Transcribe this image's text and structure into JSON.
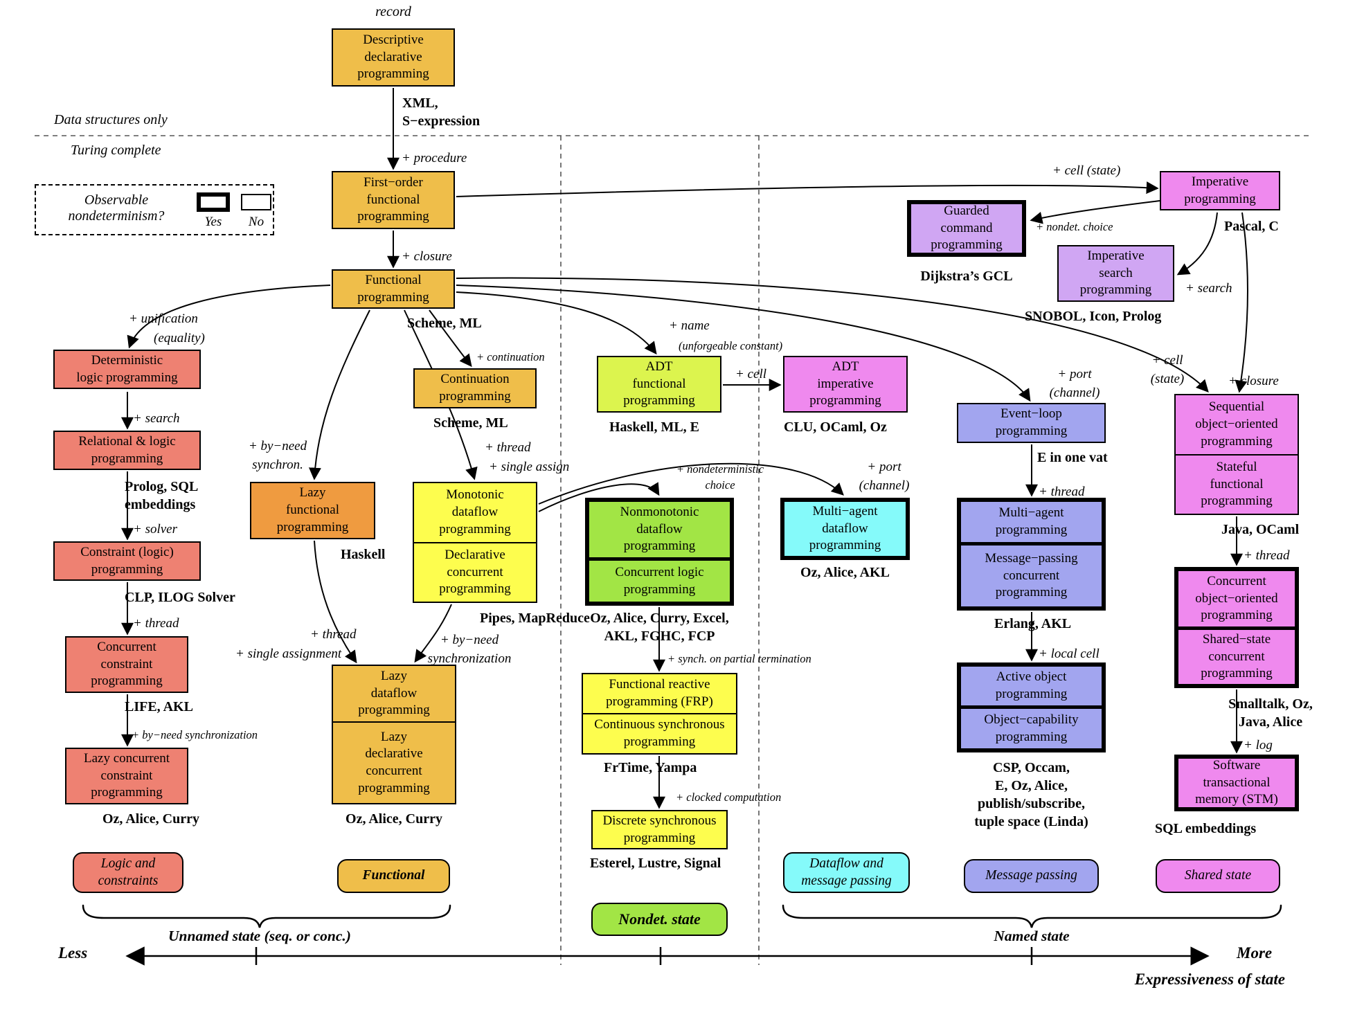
{
  "annotations": {
    "record": "record",
    "data_structures_only": "Data structures only",
    "turing_complete": "Turing complete",
    "unnamed_state": "Unnamed state (seq. or conc.)",
    "named_state": "Named state",
    "less": "Less",
    "more": "More",
    "expressiveness": "Expressiveness of state"
  },
  "legend": {
    "question": "Observable\nnondeterminism?",
    "yes": "Yes",
    "no": "No"
  },
  "nodes": {
    "descriptive": {
      "title": "Descriptive\ndeclarative\nprogramming"
    },
    "first_order": {
      "title": "First−order\nfunctional\nprogramming"
    },
    "functional": {
      "title": "Functional\nprogramming"
    },
    "continuation": {
      "title": "Continuation\nprogramming"
    },
    "det_logic": {
      "title": "Deterministic\nlogic programming"
    },
    "rel_logic": {
      "title": "Relational & logic\nprogramming"
    },
    "constraint": {
      "title": "Constraint (logic)\nprogramming"
    },
    "conc_constraint": {
      "title": "Concurrent\nconstraint\nprogramming"
    },
    "lazy_conc_constraint": {
      "title": "Lazy concurrent\nconstraint\nprogramming"
    },
    "lazy_functional": {
      "title": "Lazy\nfunctional\nprogramming"
    },
    "monotonic": {
      "top": "Monotonic\ndataflow\nprogramming",
      "bottom": "Declarative\nconcurrent\nprogramming"
    },
    "lazy_dataflow": {
      "top": "Lazy\ndataflow\nprogramming",
      "bottom": "Lazy\ndeclarative\nconcurrent\nprogramming"
    },
    "adt_functional": {
      "title": "ADT\nfunctional\nprogramming"
    },
    "adt_imperative": {
      "title": "ADT\nimperative\nprogramming"
    },
    "nonmonotonic": {
      "top": "Nonmonotonic\ndataflow\nprogramming",
      "bottom": "Concurrent logic\nprogramming"
    },
    "multi_agent_dataflow": {
      "title": "Multi−agent\ndataflow\nprogramming"
    },
    "frp": {
      "top": "Functional reactive\nprogramming (FRP)",
      "bottom": "Continuous synchronous\nprogramming"
    },
    "discrete_sync": {
      "title": "Discrete synchronous\nprogramming"
    },
    "guarded": {
      "title": "Guarded\ncommand\nprogramming"
    },
    "imp_search": {
      "title": "Imperative\nsearch\nprogramming"
    },
    "imperative": {
      "title": "Imperative\nprogramming"
    },
    "event_loop": {
      "title": "Event−loop\nprogramming"
    },
    "multi_agent": {
      "top": "Multi−agent\nprogramming",
      "bottom": "Message−passing\nconcurrent\nprogramming"
    },
    "active_object": {
      "top": "Active object\nprogramming",
      "bottom": "Object−capability\nprogramming"
    },
    "seq_oo": {
      "top": "Sequential\nobject−oriented\nprogramming",
      "bottom": "Stateful\nfunctional\nprogramming"
    },
    "conc_oo": {
      "top": "Concurrent\nobject−oriented\nprogramming",
      "bottom": "Shared−state\nconcurrent\nprogramming"
    },
    "stm": {
      "title": "Software\ntransactional\nmemory (STM)"
    }
  },
  "langs": {
    "descriptive": "XML,\nS−expression",
    "functional": "Scheme, ML",
    "continuation": "Scheme, ML",
    "rel_logic": "Prolog, SQL\nembeddings",
    "constraint": "CLP, ILOG Solver",
    "conc_constraint": "LIFE, AKL",
    "lazy_conc_constraint": "Oz, Alice, Curry",
    "lazy_functional": "Haskell",
    "monotonic": "Pipes, MapReduce",
    "lazy_dataflow": "Oz, Alice, Curry",
    "adt_functional": "Haskell, ML, E",
    "adt_imperative": "CLU, OCaml, Oz",
    "nonmonotonic": "Oz, Alice, Curry, Excel,\nAKL, FGHC, FCP",
    "multi_agent_dataflow": "Oz, Alice, AKL",
    "frp": "FrTime, Yampa",
    "discrete_sync": "Esterel, Lustre, Signal",
    "guarded": "Dijkstra’s GCL",
    "imp_search": "SNOBOL, Icon, Prolog",
    "imperative": "Pascal, C",
    "event_loop": "E in one vat",
    "multi_agent": "Erlang, AKL",
    "active_object": "CSP, Occam,\nE, Oz, Alice,\npublish/subscribe,\ntuple space (Linda)",
    "seq_oo": "Java, OCaml",
    "conc_oo": "Smalltalk, Oz,\nJava, Alice",
    "stm": "SQL embeddings"
  },
  "labels": {
    "procedure": "+ procedure",
    "closure": "+ closure",
    "cell_state": "+ cell (state)",
    "nondet_choice": "+ nondet. choice",
    "search_imp": "+ search",
    "unification": "+ unification",
    "equality": "(equality)",
    "search_rel": "+ search",
    "solver": "+ solver",
    "thread_cc": "+ thread",
    "byneed_sync_small": "+ by−need synchronization",
    "continuation": "+ continuation",
    "byneed_synchron": "+ by−need\nsynchron.",
    "thread_mono": "+ thread",
    "single_assign": "+ single assign",
    "name": "+ name",
    "unforgeable": "(unforgeable constant)",
    "cell": "+ cell",
    "nondeterministic_choice": "+ nondeterministic\nchoice",
    "port_channel_df": "+ port\n(channel)",
    "port_channel_el": "+ port\n(channel)",
    "cell_state_seq": "+ cell\n(state)",
    "closure_seq": "+ closure",
    "thread_ld": "+ thread",
    "single_assignment": "+ single assignment",
    "byneed_synchronization": "+ by−need\nsynchronization",
    "synch_partial": "+ synch. on partial termination",
    "clocked": "+ clocked computation",
    "thread_ma": "+ thread",
    "local_cell": "+ local cell",
    "thread_coo": "+ thread",
    "log": "+ log"
  },
  "pills": {
    "logic": "Logic and\nconstraints",
    "functional": "Functional",
    "dataflow": "Dataflow and\nmessage passing",
    "message_passing": "Message passing",
    "shared_state": "Shared state",
    "nondet_state": "Nondet. state"
  },
  "colors": {
    "gold": "#efbe4a",
    "orange": "#ef9b40",
    "salmon": "#ee8172",
    "yellow": "#fdfd4e",
    "yellow_green": "#dcf44e",
    "green": "#a2e545",
    "cyan": "#85fafa",
    "violet": "#ef89ee",
    "light_purple": "#d0a6f3",
    "periwinkle": "#a2a5ef",
    "line": "#000000"
  }
}
